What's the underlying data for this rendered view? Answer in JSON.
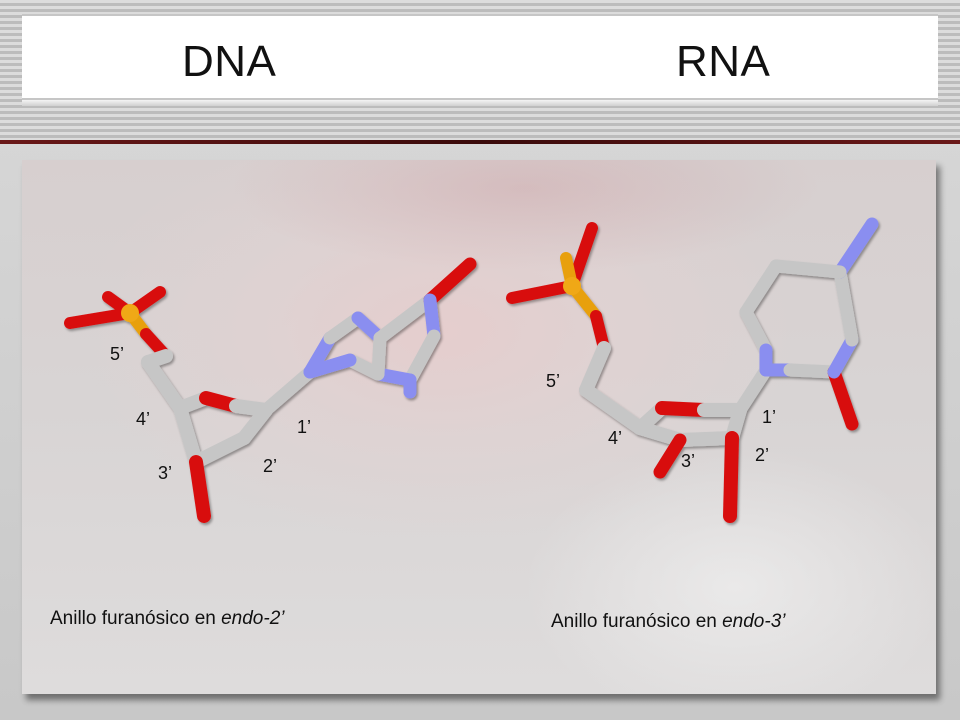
{
  "header": {
    "left_title": "DNA",
    "right_title": "RNA"
  },
  "dna": {
    "labels": {
      "c5": "5’",
      "c4": "4’",
      "c3": "3’",
      "c2": "2’",
      "c1": "1’"
    },
    "caption_prefix": "Anillo furanósico en ",
    "caption_emph": "endo-2’"
  },
  "rna": {
    "labels": {
      "c5": "5’",
      "c4": "4’",
      "c3": "3’",
      "c2": "2’",
      "c1": "1’"
    },
    "caption_prefix": "Anillo furanósico en ",
    "caption_emph": "endo-3’"
  },
  "colors": {
    "carbon": "#c9c9c9",
    "oxygen": "#e01010",
    "nitrogen": "#8a8ef0",
    "phosphorus": "#f0a818",
    "title_text": "#111111"
  }
}
